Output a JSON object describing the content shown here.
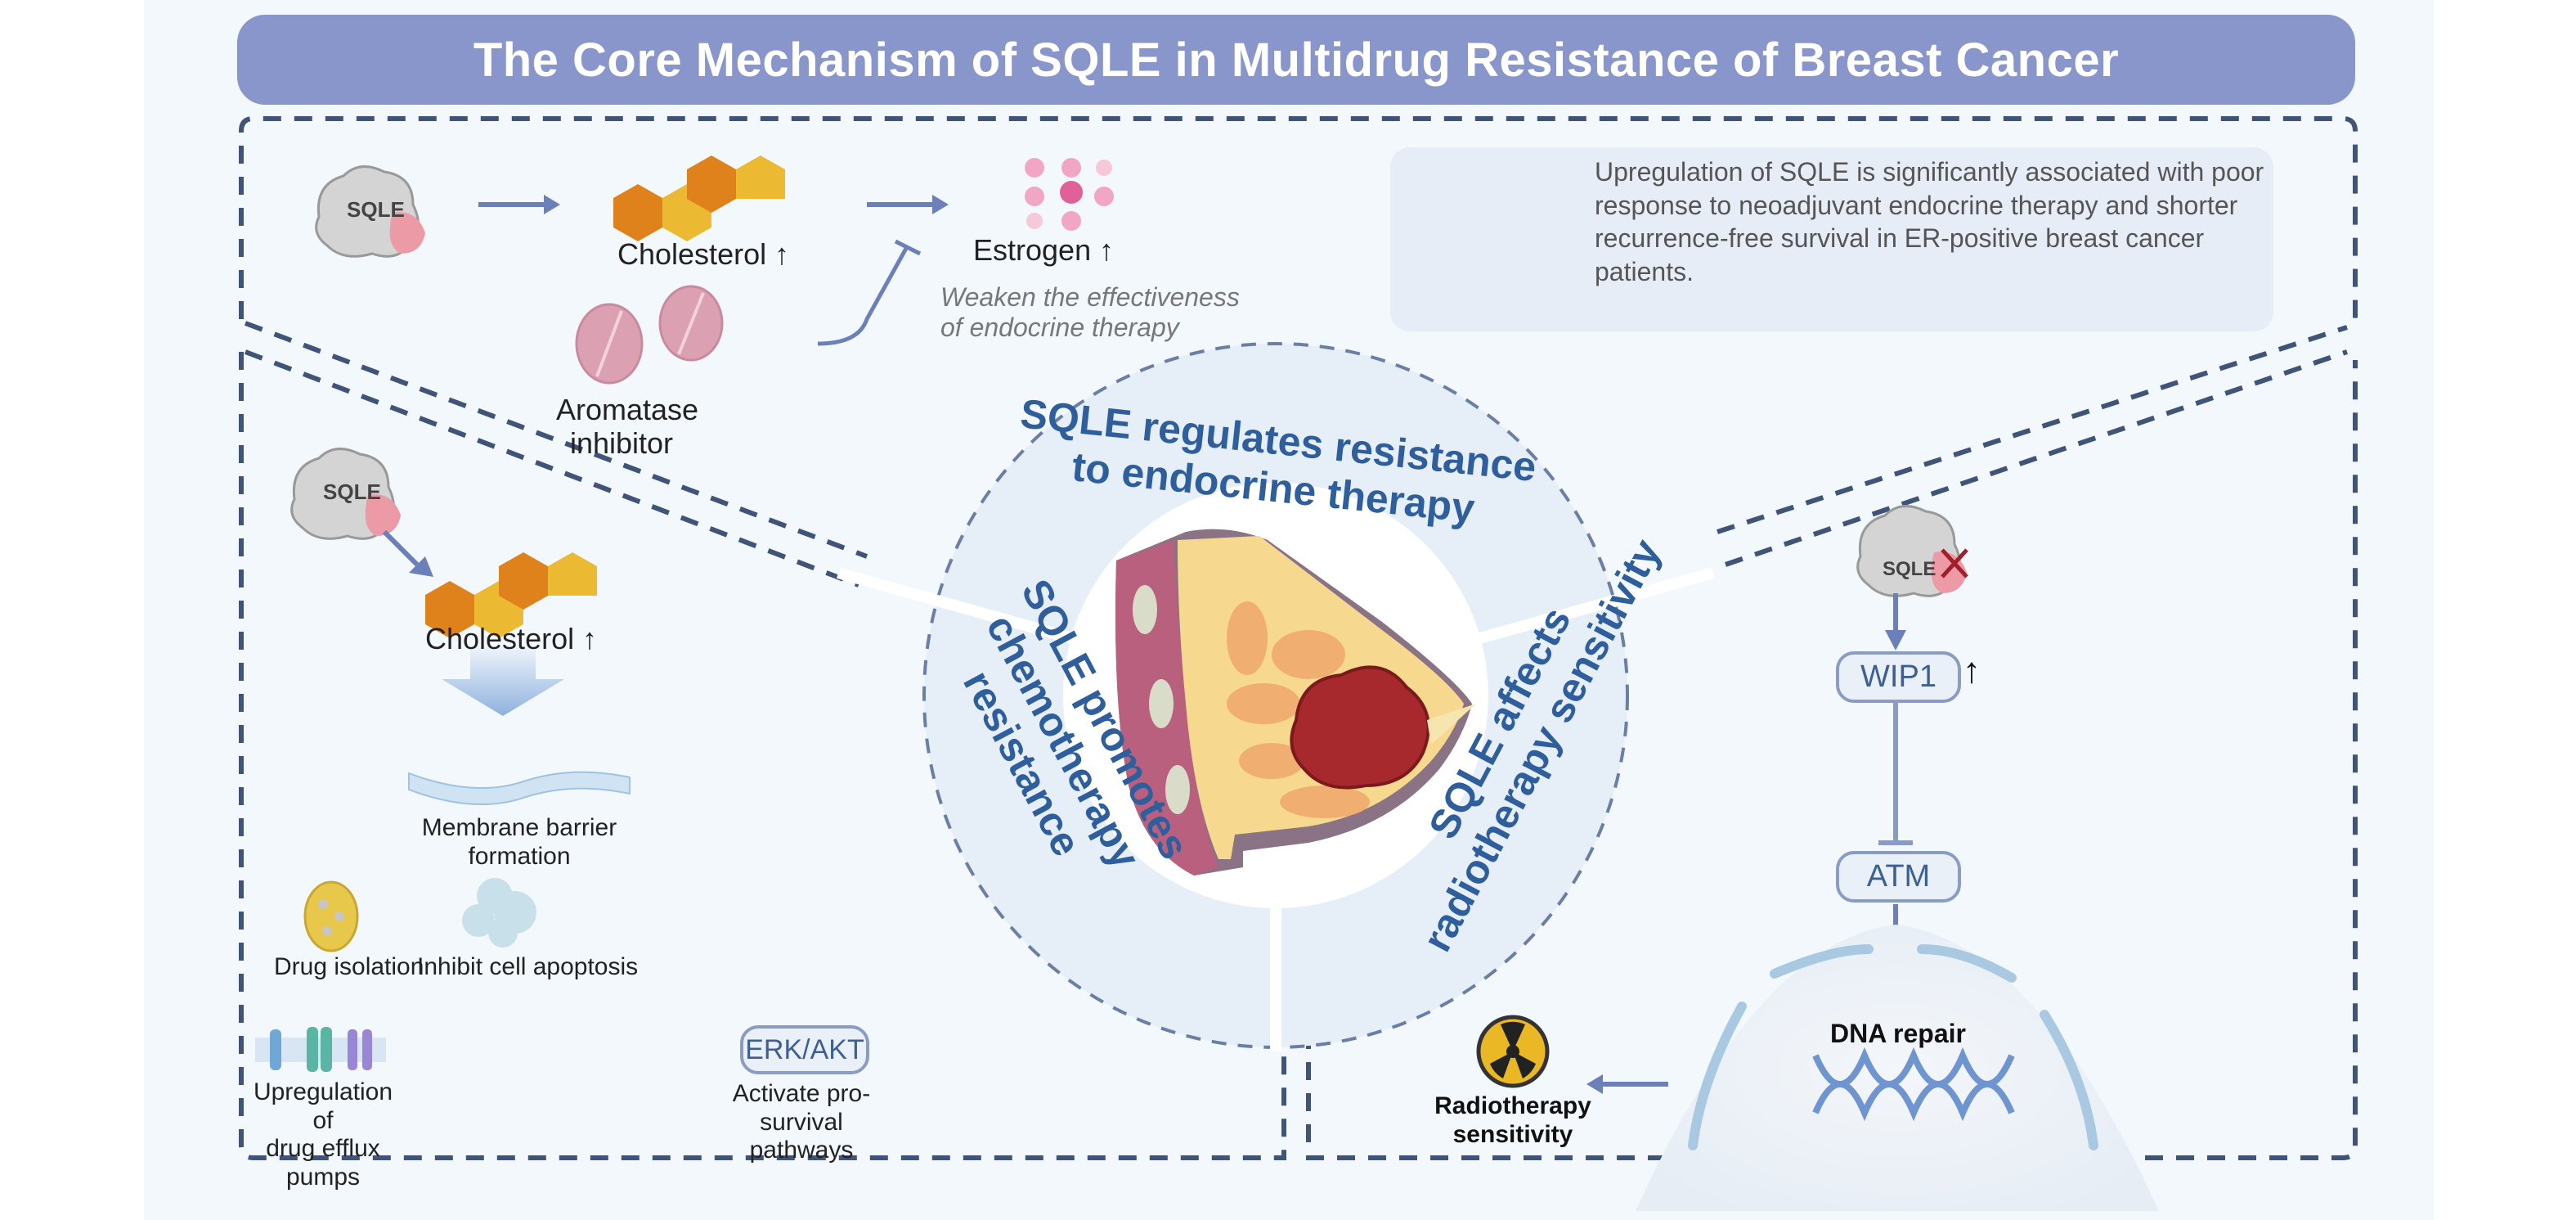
{
  "title": "The Core Mechanism of SQLE in Multidrug Resistance of Breast Cancer",
  "colors": {
    "title_bg": "#8896cc",
    "accent_blue": "#2f5e9c",
    "arrow": "#6b80b8",
    "dash": "#3f5478",
    "cholesterol_dark": "#e0821c",
    "cholesterol_light": "#ecb932",
    "tumor": "#a8292d"
  },
  "endocrine_panel": {
    "protein_label": "SQLE",
    "cholesterol_label": "Cholesterol ↑",
    "estrogen_label": "Estrogen ↑",
    "inhibitor_label_line1": "Aromatase",
    "inhibitor_label_line2": "inhibitor",
    "note_line1": "Weaken the effectiveness",
    "note_line2": "of endocrine therapy"
  },
  "info_box": {
    "icon": "people-group-icon",
    "text": "Upregulation of SQLE is significantly associated with poor response to neoadjuvant endocrine therapy and shorter recurrence-free survival in ER-positive breast cancer patients."
  },
  "chemo_panel": {
    "protein_label": "SQLE",
    "cholesterol_label": "Cholesterol ↑",
    "membrane_line1": "Membrane barrier",
    "membrane_line2": "formation",
    "drug_isolation": "Drug isolation",
    "apoptosis": "Inhibit cell apoptosis",
    "efflux_line1": "Upregulation of",
    "efflux_line2": "drug efflux pumps",
    "pathway_box": "ERK/AKT",
    "pathway_line1": "Activate pro-",
    "pathway_line2": "survival pathways"
  },
  "center_circle": {
    "segments": [
      {
        "line1": "SQLE regulates resistance",
        "line2": "to endocrine therapy"
      },
      {
        "line1": "SQLE promotes",
        "line2": "chemotherapy resistance"
      },
      {
        "line1": "SQLE affects",
        "line2": "radiotherapy sensitivity"
      }
    ]
  },
  "radio_panel": {
    "protein_label": "SQLE",
    "wip1": "WIP1",
    "wip1_arrow": "↑",
    "atm": "ATM",
    "dna_repair": "DNA repair",
    "radio_line1": "Radiotherapy",
    "radio_line2": "sensitivity"
  }
}
